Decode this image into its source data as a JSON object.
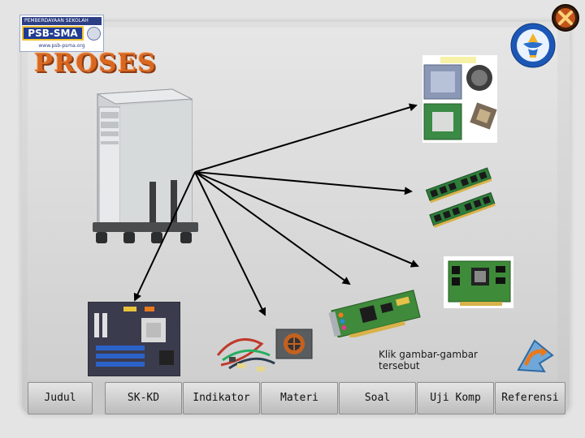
{
  "header": {
    "logo": {
      "top_text": "PEMBERDAYAAN SEKOLAH",
      "main_text": "PSB-SMA",
      "url_text": "www.psb-psma.org"
    },
    "title": "PROSES"
  },
  "hint_text": "Klik gambar-gambar tersebut",
  "components": {
    "tower": "computer-tower-icon",
    "processor": "processor-icon",
    "memory": "ram-icon",
    "graphics": "vga-card-icon",
    "sound": "sound-card-icon",
    "power": "power-supply-icon",
    "board": "motherboard-icon"
  },
  "nav": {
    "items": [
      {
        "label": "Judul"
      },
      {
        "label": "SK-KD"
      },
      {
        "label": "Indikator"
      },
      {
        "label": "Materi"
      },
      {
        "label": "Soal"
      },
      {
        "label": "Uji Komp"
      },
      {
        "label": "Referensi"
      }
    ]
  },
  "colors": {
    "title": "#d9671f",
    "title_shadow": "#8b3a12",
    "nav_button": "#c9c9c9",
    "arrow": "#000000",
    "accent_orange": "#e87a1e"
  }
}
